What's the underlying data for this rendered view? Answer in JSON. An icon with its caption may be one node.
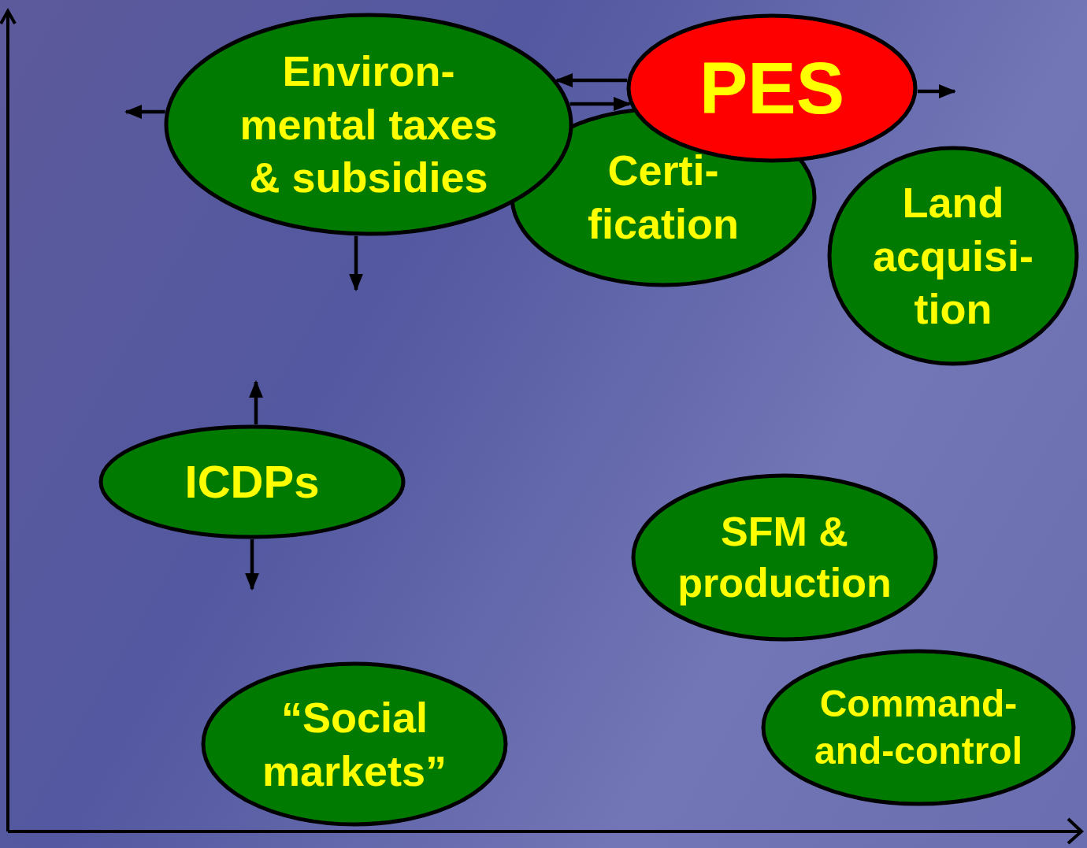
{
  "diagram": {
    "nodes": [
      {
        "text": [
          "Environ- mental taxes & subsidies"
        ]
      },
      {
        "text": [
          "PES"
        ]
      },
      {
        "text": [
          "Certi- fication"
        ]
      },
      {
        "text": [
          "Land acquisi- tion"
        ]
      },
      {
        "text": [
          "ICDPs"
        ]
      },
      {
        "text": [
          "SFM & production"
        ]
      },
      {
        "text": [
          "“Social markets”"
        ]
      },
      {
        "text": [
          "Command- and-control"
        ]
      }
    ],
    "edges": [
      {
        "from": 0,
        "to": null,
        "arrow": "to"
      },
      {
        "from": 0,
        "to": 1,
        "arrow": "to"
      },
      {
        "from": 0,
        "to": null,
        "arrow": "to"
      },
      {
        "from": 1,
        "to": 0,
        "arrow": "to"
      },
      {
        "from": 1,
        "to": null,
        "arrow": "to"
      },
      {
        "from": 4,
        "to": null,
        "arrow": "to"
      },
      {
        "from": 4,
        "to": null,
        "arrow": "to"
      }
    ]
  }
}
